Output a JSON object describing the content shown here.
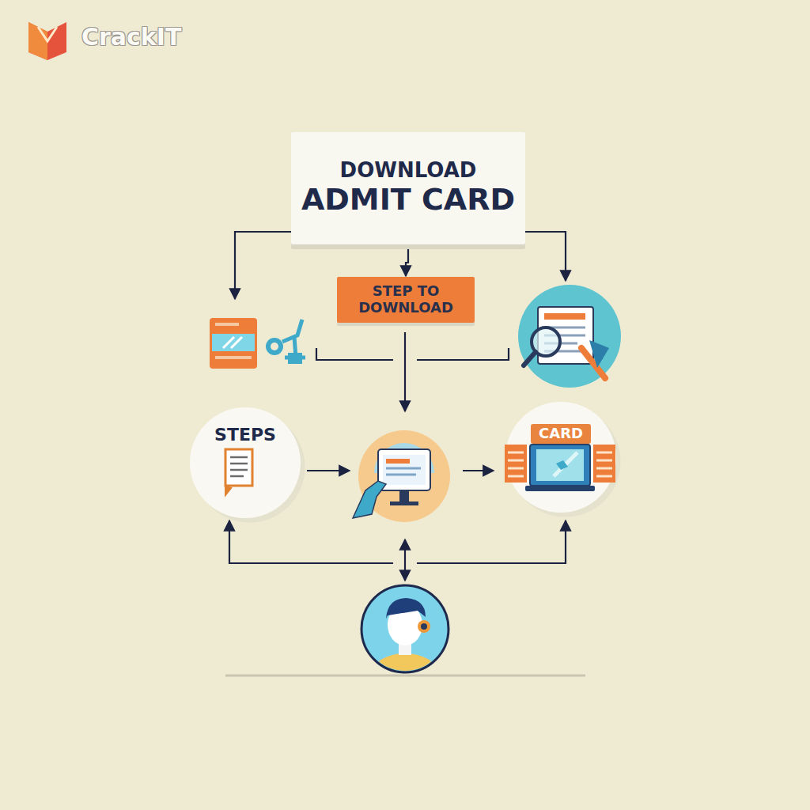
{
  "diagram": {
    "nodes": [
      {
        "text": [
          "DOWNLOAD",
          "ADMIT CARD"
        ]
      },
      {
        "text": [
          "STEP TO DOWNLOAD"
        ]
      },
      {
        "text": [
          "STEPS"
        ]
      },
      {
        "text": [
          "CARD"
        ]
      }
    ],
    "edges": [
      {
        "from": 0,
        "to": 1,
        "arrow": "to"
      }
    ],
    "labels": [
      "CrackIT"
    ]
  }
}
